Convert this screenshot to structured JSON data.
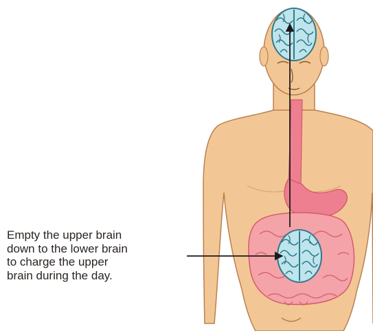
{
  "caption": {
    "lines": [
      "Empty the upper brain",
      "down to the lower brain",
      "to charge the upper",
      "brain during the day."
    ]
  },
  "colors": {
    "skin": "#f3c795",
    "skin_outline": "#b98050",
    "brain_fill": "#bfe4ec",
    "brain_outline": "#2d7a8c",
    "gut_pink": "#f4a3a8",
    "gut_outline": "#d35a6c",
    "stomach": "#ee7f90",
    "arrow": "#1a1a1a"
  },
  "icons": {
    "upper_brain": "brain-icon",
    "lower_brain": "brain-icon"
  }
}
